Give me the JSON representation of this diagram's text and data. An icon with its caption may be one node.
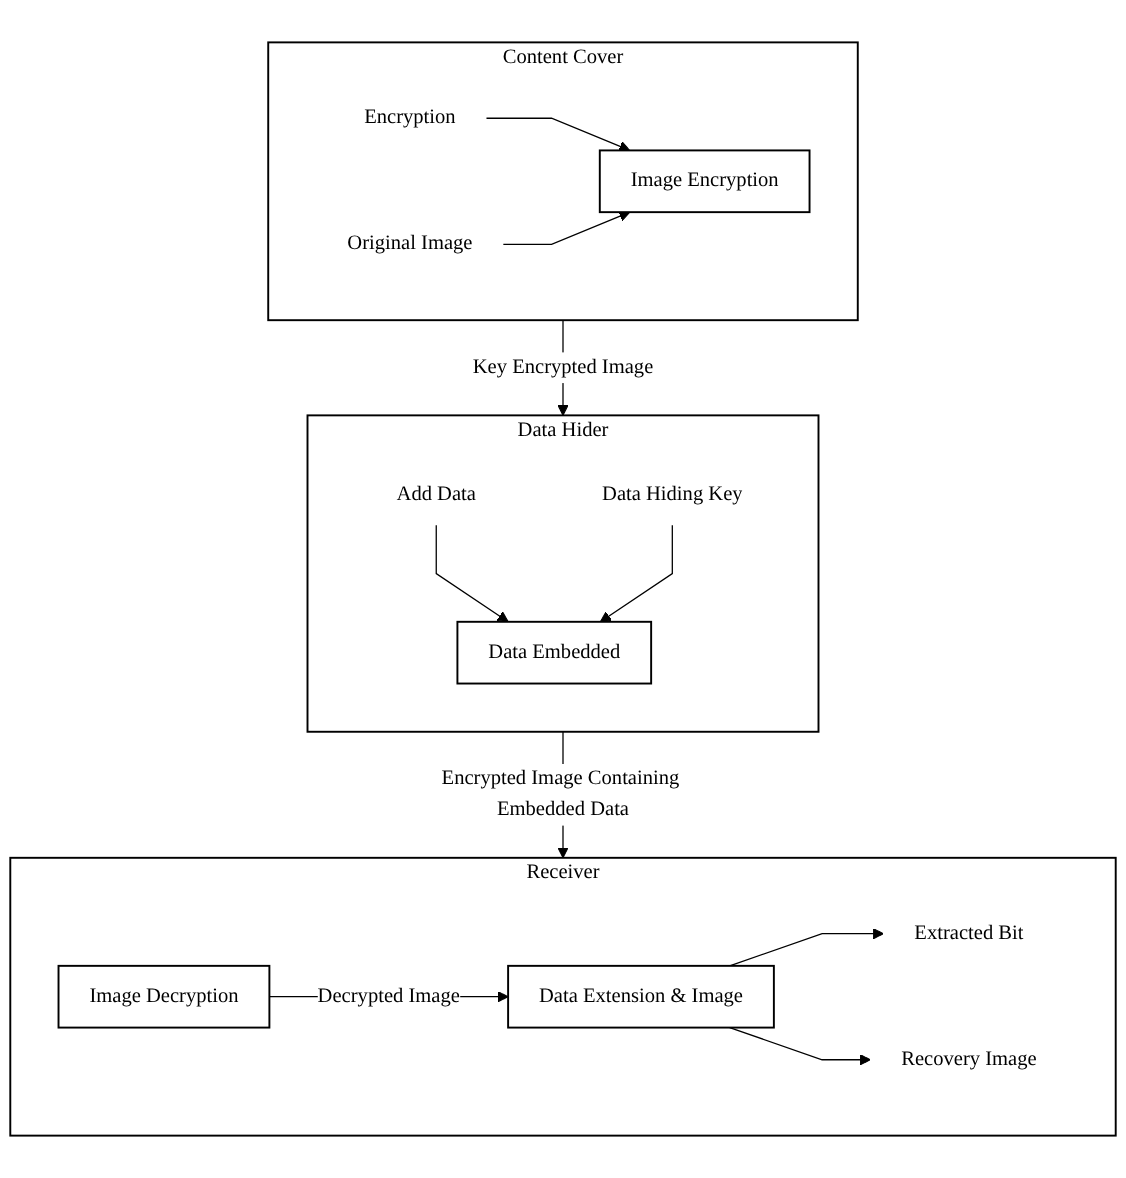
{
  "diagram": {
    "nodes": [
      {
        "text": [
          "Content Cover"
        ]
      },
      {
        "text": [
          "Encryption"
        ],
        "in": 0
      },
      {
        "text": [
          "Image Encryption"
        ],
        "in": 0
      },
      {
        "text": [
          "Original Image"
        ],
        "in": 0
      },
      {
        "text": [
          "Data Hider"
        ]
      },
      {
        "text": [
          "Add Data"
        ],
        "in": 4
      },
      {
        "text": [
          "Data Hiding Key"
        ],
        "in": 4
      },
      {
        "text": [
          "Data Embedded"
        ],
        "in": 4
      },
      {
        "text": [
          "Receiver"
        ]
      },
      {
        "text": [
          "Image Decryption"
        ],
        "in": 8
      },
      {
        "text": [
          "Data Extension & Image"
        ],
        "in": 8
      },
      {
        "text": [
          "Extracted Bit"
        ],
        "in": 8
      },
      {
        "text": [
          "Recovery Image"
        ],
        "in": 8
      }
    ],
    "edges": [
      {
        "from": 1,
        "to": 2,
        "arrow": "to"
      },
      {
        "from": 3,
        "to": 2,
        "arrow": "to"
      },
      {
        "from": 0,
        "to": 4,
        "arrow": "to",
        "label": "Key Encrypted Image"
      },
      {
        "from": 5,
        "to": 7,
        "arrow": "to"
      },
      {
        "from": 6,
        "to": 7,
        "arrow": "to"
      },
      {
        "from": 4,
        "to": 8,
        "arrow": "to",
        "label": "Encrypted Image Containing Embedded Data"
      },
      {
        "from": 9,
        "to": 10,
        "arrow": "to",
        "label": "Decrypted Image"
      },
      {
        "from": 10,
        "to": 11,
        "arrow": "to"
      },
      {
        "from": 10,
        "to": 12,
        "arrow": "to"
      }
    ]
  }
}
